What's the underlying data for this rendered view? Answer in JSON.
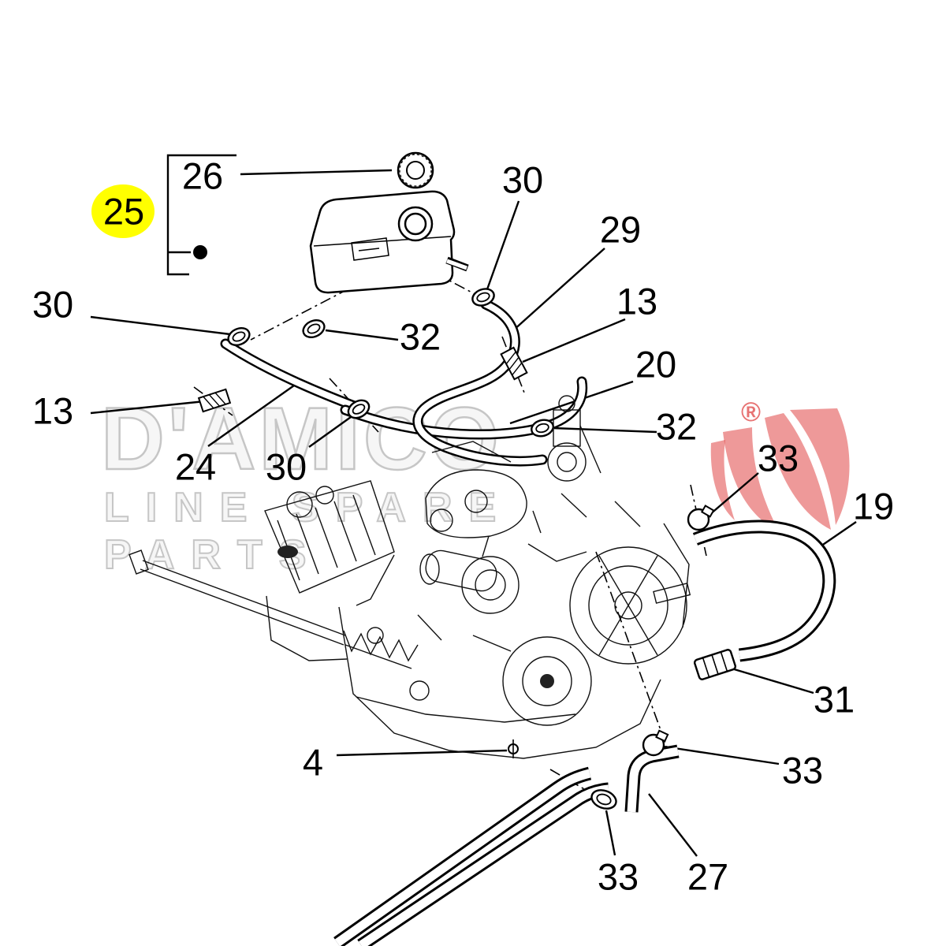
{
  "page": {
    "background": "#ffffff"
  },
  "watermark": {
    "line1": "D'AMICO",
    "line2": "LINE SPARE PARTS",
    "registered": "®",
    "logo_color": "#e04545",
    "text_color": "#c6c6c6"
  },
  "highlight": {
    "color": "#ffff00"
  },
  "callouts": [
    {
      "label": "26"
    },
    {
      "label": "25",
      "highlighted": true
    },
    {
      "label": "30"
    },
    {
      "label": "29"
    },
    {
      "label": "13"
    },
    {
      "label": "30"
    },
    {
      "label": "32"
    },
    {
      "label": "20"
    },
    {
      "label": "13"
    },
    {
      "label": "32"
    },
    {
      "label": "24"
    },
    {
      "label": "30"
    },
    {
      "label": "33"
    },
    {
      "label": "19"
    },
    {
      "label": "31"
    },
    {
      "label": "4"
    },
    {
      "label": "33"
    },
    {
      "label": "33"
    },
    {
      "label": "27"
    }
  ]
}
